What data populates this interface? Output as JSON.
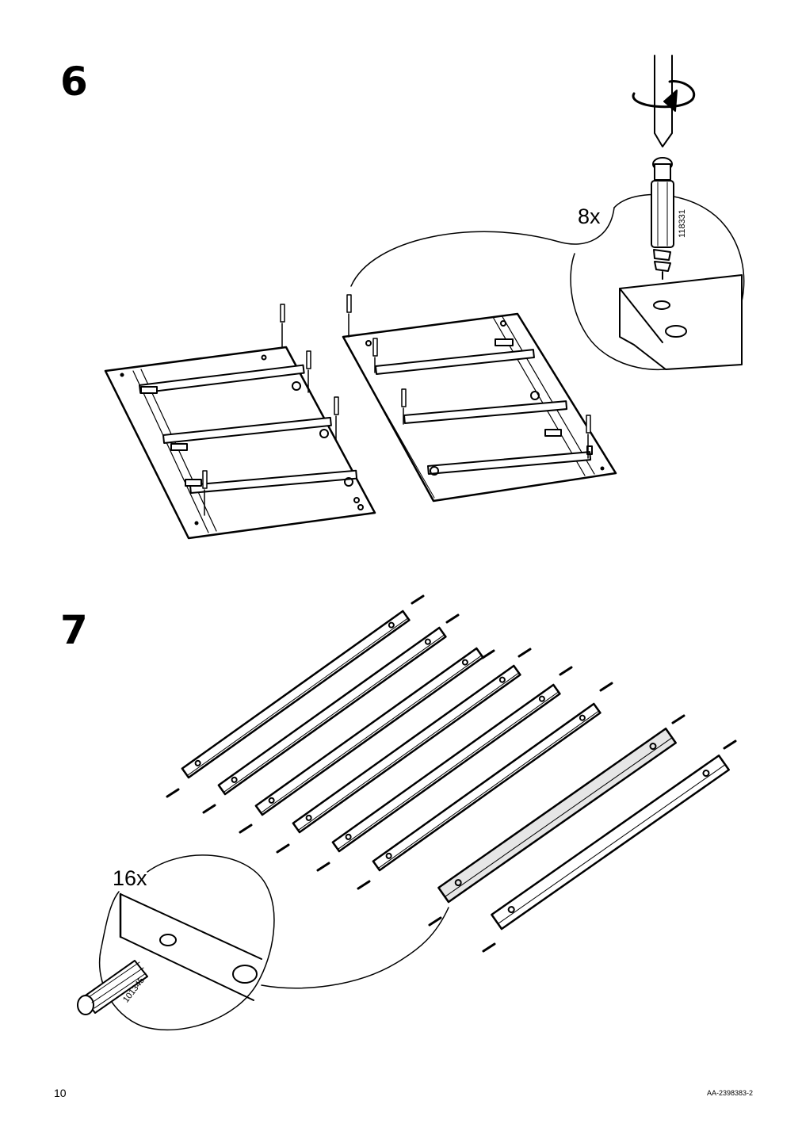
{
  "steps": [
    {
      "number": "6",
      "quantity": "8x",
      "part_number": "118331"
    },
    {
      "number": "7",
      "quantity": "16x",
      "part_number": "101345"
    }
  ],
  "footer": {
    "page_number": "10",
    "document_code": "AA-2398383-2"
  }
}
